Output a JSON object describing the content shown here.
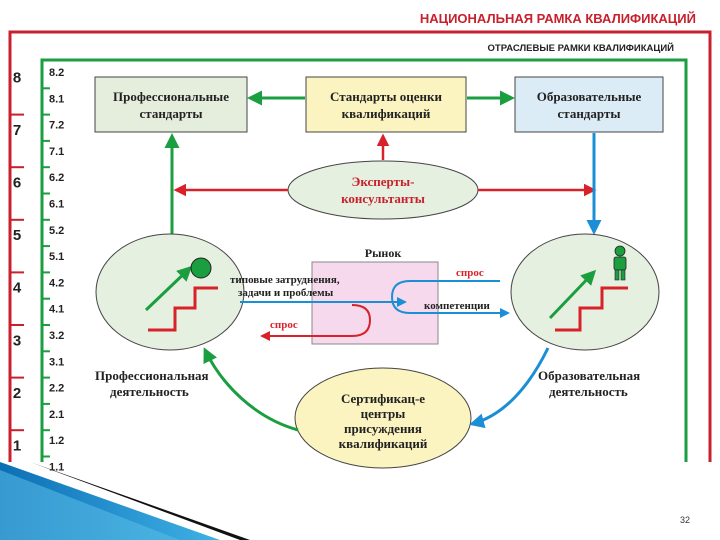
{
  "header": {
    "title": "НАЦИОНАЛЬНАЯ РАМКА КВАЛИФИКАЦИЙ",
    "subtitle": "ОТРАСЛЕВЫЕ РАМКИ КВАЛИФИКАЦИЙ"
  },
  "levels": {
    "major": [
      "8",
      "7",
      "6",
      "5",
      "4",
      "3",
      "2",
      "1"
    ],
    "minor": [
      "8.2",
      "8.1",
      "7.2",
      "7.1",
      "6.2",
      "6.1",
      "5.2",
      "5.1",
      "4.2",
      "4.1",
      "3.2",
      "3.1",
      "2.2",
      "2.1",
      "1.2",
      "1.1"
    ]
  },
  "boxes": {
    "prof_standards": [
      "Профессиональные",
      "стандарты"
    ],
    "assessment_standards": [
      "Стандарты оценки",
      "квалификаций"
    ],
    "edu_standards": [
      "Образовательные",
      "стандарты"
    ],
    "market": "Рынок",
    "experts": [
      "Эксперты-",
      "консультанты"
    ],
    "certification": [
      "Сертификац-е",
      "центры",
      "присуждения",
      "квалификаций"
    ]
  },
  "labels": {
    "typical": [
      "типовые затруднения,",
      "задачи и проблемы"
    ],
    "demand_left": "спрос",
    "demand_right": "спрос",
    "competencies": "компетенции",
    "prof_activity": [
      "Профессиональная",
      "деятельность"
    ],
    "edu_activity": [
      "Образовательная",
      "деятельность"
    ]
  },
  "colors": {
    "title_red": "#c8202c",
    "frame_green": "#1a9e3f",
    "arrow_red": "#d7222a",
    "arrow_blue": "#1b8fd6",
    "box_green": "#e5eedd",
    "box_yellow": "#fbf4c0",
    "box_blue": "#dcecf7",
    "box_pink": "#f6d9ec",
    "ellipse_fill": "#e6f0e0"
  },
  "footer": {
    "page_number": "32"
  }
}
